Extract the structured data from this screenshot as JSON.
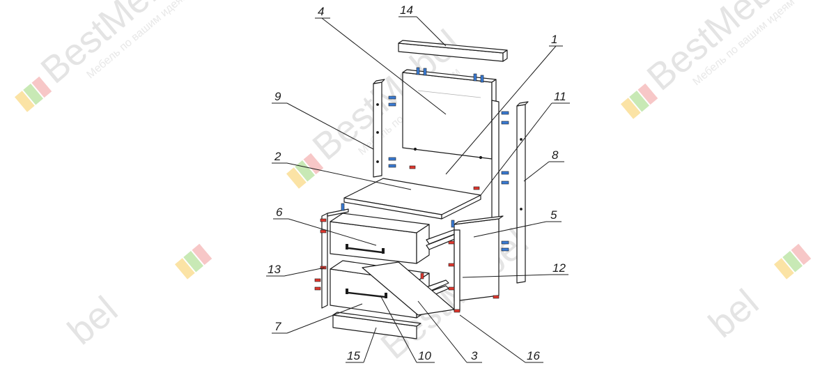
{
  "watermark": {
    "brand": "BestMebel",
    "slogan": "Мебель по вашим идеям",
    "colors": [
      "#f7c95a",
      "#9ad37a",
      "#f29a9a"
    ]
  },
  "callouts": [
    {
      "number": "1",
      "name": "callout-1"
    },
    {
      "number": "2",
      "name": "callout-2"
    },
    {
      "number": "3",
      "name": "callout-3"
    },
    {
      "number": "4",
      "name": "callout-4"
    },
    {
      "number": "5",
      "name": "callout-5"
    },
    {
      "number": "6",
      "name": "callout-6"
    },
    {
      "number": "7",
      "name": "callout-7"
    },
    {
      "number": "8",
      "name": "callout-8"
    },
    {
      "number": "9",
      "name": "callout-9"
    },
    {
      "number": "10",
      "name": "callout-10"
    },
    {
      "number": "11",
      "name": "callout-11"
    },
    {
      "number": "12",
      "name": "callout-12"
    },
    {
      "number": "13",
      "name": "callout-13"
    },
    {
      "number": "14",
      "name": "callout-14"
    },
    {
      "number": "15",
      "name": "callout-15"
    },
    {
      "number": "16",
      "name": "callout-16"
    }
  ],
  "colors": {
    "line": "#1a1a1a",
    "fitting_red": "#e0382f",
    "fitting_blue": "#3a7bd5"
  }
}
